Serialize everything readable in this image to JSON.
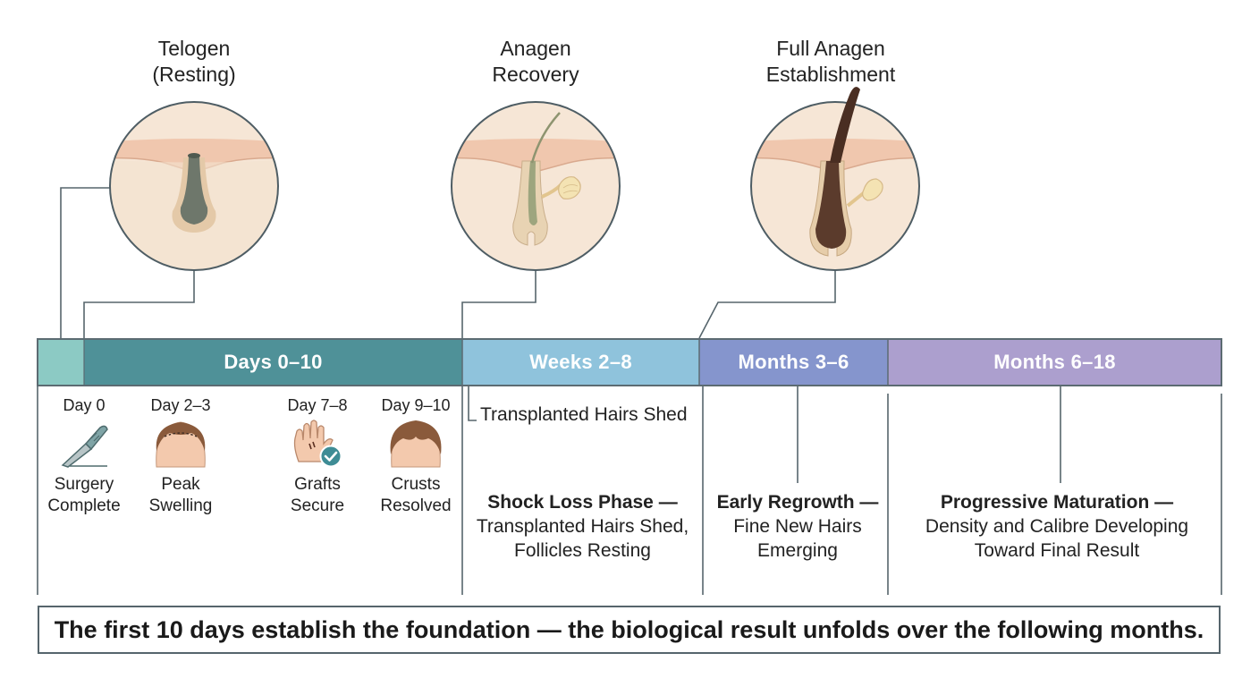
{
  "phases": {
    "telogen": {
      "line1": "Telogen",
      "line2": "(Resting)"
    },
    "anagen_recovery": {
      "line1": "Anagen",
      "line2": "Recovery"
    },
    "full_anagen": {
      "line1": "Full Anagen",
      "line2": "Establishment"
    }
  },
  "timeline": {
    "bands": [
      {
        "label": "Days 0–10",
        "color": "#4f9198"
      },
      {
        "label": "Weeks 2–8",
        "color": "#8fc3dc"
      },
      {
        "label": "Months 3–6",
        "color": "#8595cd"
      },
      {
        "label": "Months 6–18",
        "color": "#ac9fce"
      }
    ],
    "start_color": "#8ccac4",
    "border_color": "#5c6b72"
  },
  "days": [
    {
      "day": "Day 0",
      "line1": "Surgery",
      "line2": "Complete",
      "icon": "scalpel-icon"
    },
    {
      "day": "Day 2–3",
      "line1": "Peak",
      "line2": "Swelling",
      "icon": "head-swelling-icon"
    },
    {
      "day": "Day 7–8",
      "line1": "Grafts",
      "line2": "Secure",
      "icon": "hand-check-icon"
    },
    {
      "day": "Day 9–10",
      "line1": "Crusts",
      "line2": "Resolved",
      "icon": "head-hair-icon"
    }
  ],
  "weeks_note": "Transplanted Hairs Shed",
  "descriptions": {
    "shock": {
      "title": "Shock Loss Phase —",
      "line1": "Transplanted Hairs Shed,",
      "line2": "Follicles Resting"
    },
    "early": {
      "title": "Early Regrowth —",
      "line1": "Fine New Hairs",
      "line2": "Emerging"
    },
    "progressive": {
      "title": "Progressive Maturation —",
      "line1": "Density and Calibre Developing",
      "line2": "Toward Final Result"
    }
  },
  "footer": "The first 10 days establish the foundation — the biological result unfolds over the following months."
}
